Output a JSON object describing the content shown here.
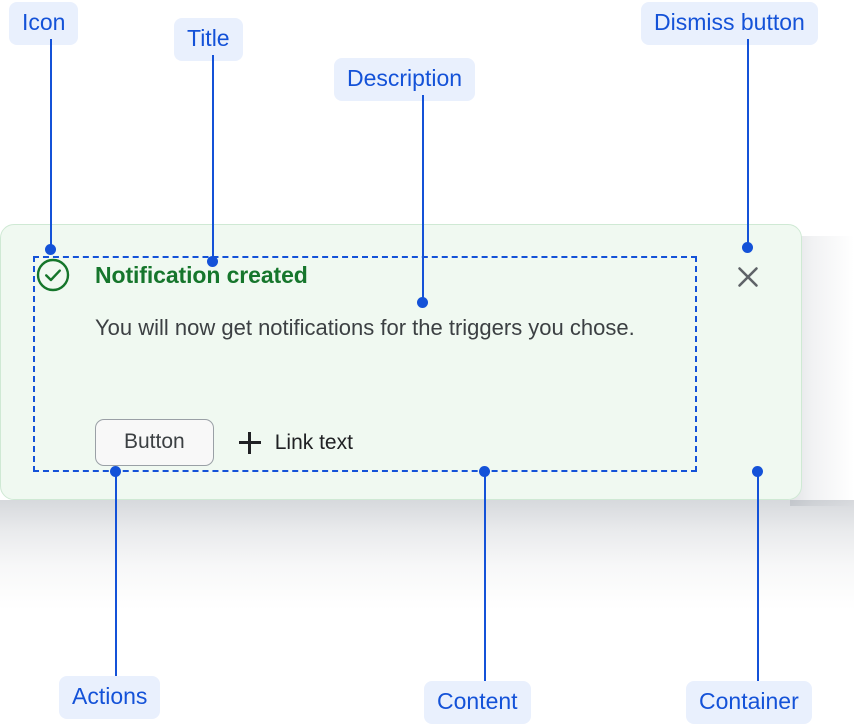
{
  "card": {
    "icon": "check-circle-icon",
    "title": "Notification created",
    "description": "You will now get notifications for the triggers you chose.",
    "button_label": "Button",
    "link_label": "Link text",
    "link_icon": "plus-icon",
    "dismiss_icon": "close-icon",
    "colors": {
      "background": "#f0f9f1",
      "border": "#cfe9d4",
      "title": "#16762c",
      "icon": "#15762b",
      "description": "#3c4043",
      "dismiss": "#5f6368",
      "button_bg": "#f8f8f8",
      "button_border": "#9aa0a6"
    }
  },
  "annotations": {
    "accent": "#1452d8",
    "badge_bg": "#e9f0fd",
    "items": [
      {
        "label": "Icon"
      },
      {
        "label": "Title"
      },
      {
        "label": "Description"
      },
      {
        "label": "Dismiss button"
      },
      {
        "label": "Actions"
      },
      {
        "label": "Content"
      },
      {
        "label": "Container"
      }
    ]
  }
}
